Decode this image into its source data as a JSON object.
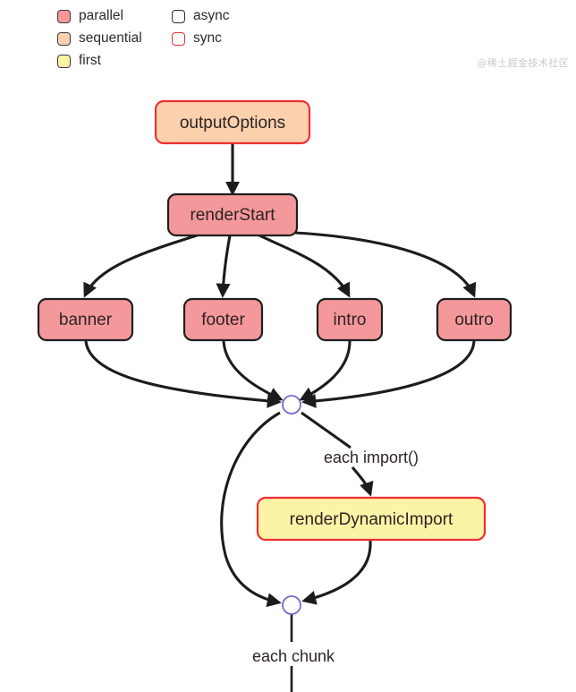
{
  "legend": {
    "fill_items": [
      {
        "label": "parallel",
        "swatch": "parallel-swatch",
        "color": "#f5989b"
      },
      {
        "label": "sequential",
        "swatch": "sequential-swatch",
        "color": "#fbd0ad"
      },
      {
        "label": "first",
        "swatch": "first-swatch",
        "color": "#fbf3a5"
      }
    ],
    "border_items": [
      {
        "label": "async",
        "swatch": "async-swatch",
        "color": "#2f2f2f"
      },
      {
        "label": "sync",
        "swatch": "sync-swatch",
        "color": "#e8303a"
      }
    ]
  },
  "watermark": {
    "text": "@稀土掘金技术社区"
  },
  "diagram": {
    "nodes": [
      {
        "id": "outputOptions",
        "label": "outputOptions",
        "fill": "sequential",
        "border": "sync"
      },
      {
        "id": "renderStart",
        "label": "renderStart",
        "fill": "parallel",
        "border": "async"
      },
      {
        "id": "banner",
        "label": "banner",
        "fill": "parallel",
        "border": "async"
      },
      {
        "id": "footer",
        "label": "footer",
        "fill": "parallel",
        "border": "async"
      },
      {
        "id": "intro",
        "label": "intro",
        "fill": "parallel",
        "border": "async"
      },
      {
        "id": "outro",
        "label": "outro",
        "fill": "parallel",
        "border": "async"
      },
      {
        "id": "renderDynamicImport",
        "label": "renderDynamicImport",
        "fill": "first",
        "border": "sync"
      }
    ],
    "edge_labels": [
      {
        "id": "each-import",
        "text": "each import()"
      },
      {
        "id": "each-chunk",
        "text": "each chunk"
      }
    ],
    "junctions": [
      {
        "id": "junction-top"
      },
      {
        "id": "junction-bottom"
      }
    ]
  }
}
